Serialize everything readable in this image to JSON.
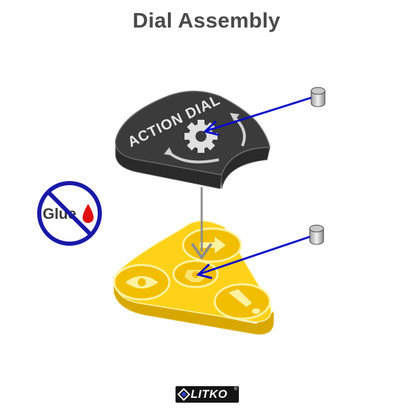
{
  "title": "Dial Assembly",
  "dial": {
    "label": "ACTION DIAL",
    "color": "#3b3b3b"
  },
  "base": {
    "color": "#ffd21a"
  },
  "glue_sign": {
    "label": "Glue",
    "ring_color": "#1919a8",
    "drop_color": "#e01010"
  },
  "pointer_color": "#0a0ac8",
  "logo": {
    "text": "LITKO",
    "mark": "®"
  },
  "icons": [
    "magnet-icon",
    "gear-icon",
    "rotate-arrows-icon",
    "arrow-right-icon",
    "eye-icon",
    "exclamation-icon",
    "glue-drop-icon"
  ]
}
